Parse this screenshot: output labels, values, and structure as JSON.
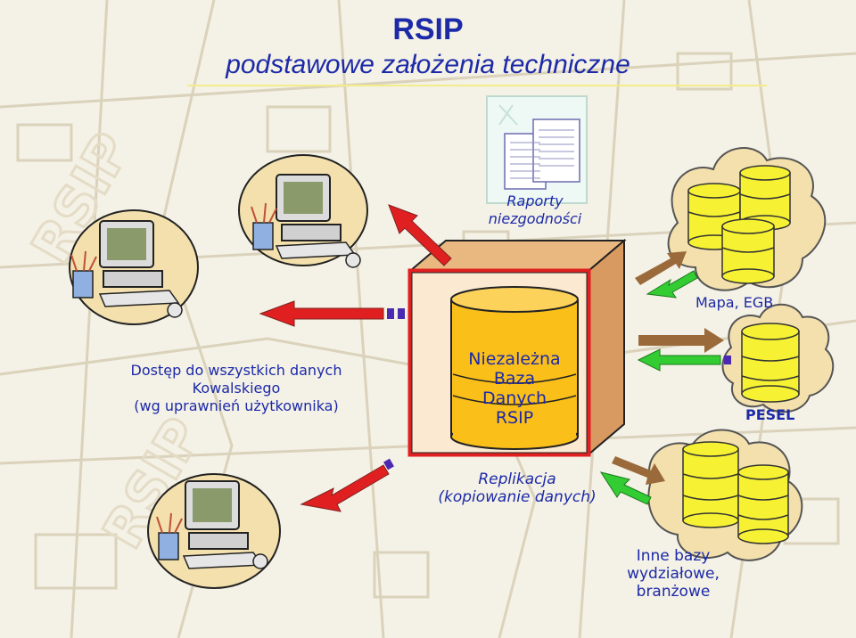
{
  "title": "RSIP",
  "subtitle": "podstawowe założenia techniczne",
  "reports": {
    "line1": "Raporty",
    "line2": "niezgodności"
  },
  "access": {
    "line1": "Dostęp do wszystkich danych",
    "line2": "Kowalskiego",
    "line3": "(wg uprawnień użytkownika)"
  },
  "core_db": {
    "line1": "Niezależna",
    "line2": "Baza",
    "line3": "Danych",
    "line4": "RSIP"
  },
  "map_db": {
    "label": "Mapa, EGB"
  },
  "pesel_db": {
    "label": "PESEL"
  },
  "replication": {
    "line1": "Replikacja",
    "line2": "(kopiowanie danych)"
  },
  "other_db": {
    "line1": "Inne bazy",
    "line2": "wydziałowe,",
    "line3": "branżowe"
  },
  "watermark": "RSIP",
  "colors": {
    "title_blue": "#1c2aa8",
    "db_yellow": "#f6f233",
    "core_orange": "#fbbf1a",
    "box_red": "#e02020",
    "cloud": "#f3e0ac",
    "arrow_red": "#e02020",
    "arrow_green": "#33cc33",
    "arrow_brown": "#9a6a3a"
  }
}
